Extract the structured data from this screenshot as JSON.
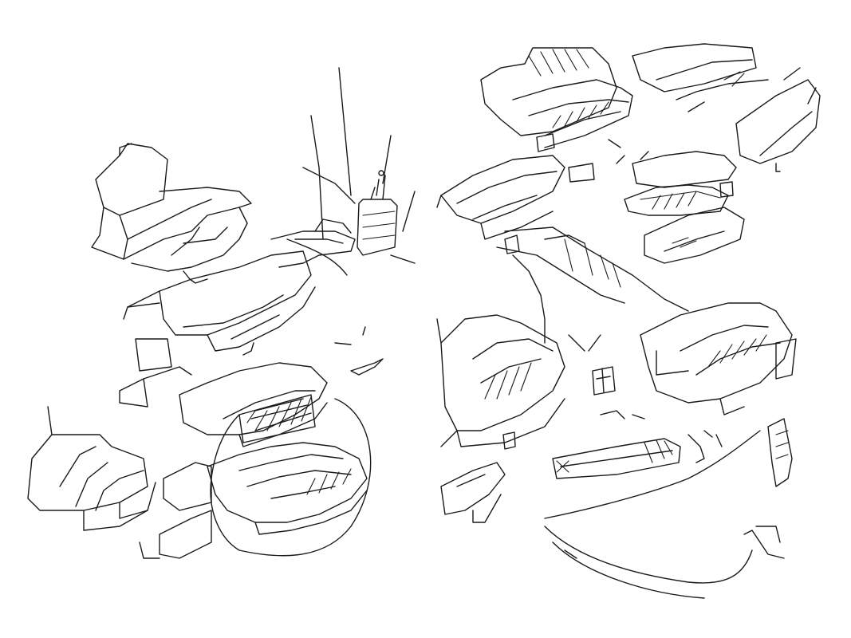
{
  "drawing": {
    "type": "pencil-sketch",
    "panels": [
      "left-sketch",
      "right-sketch"
    ],
    "ink_color": "#1a1a1a",
    "paper_color": "#ffffff"
  }
}
